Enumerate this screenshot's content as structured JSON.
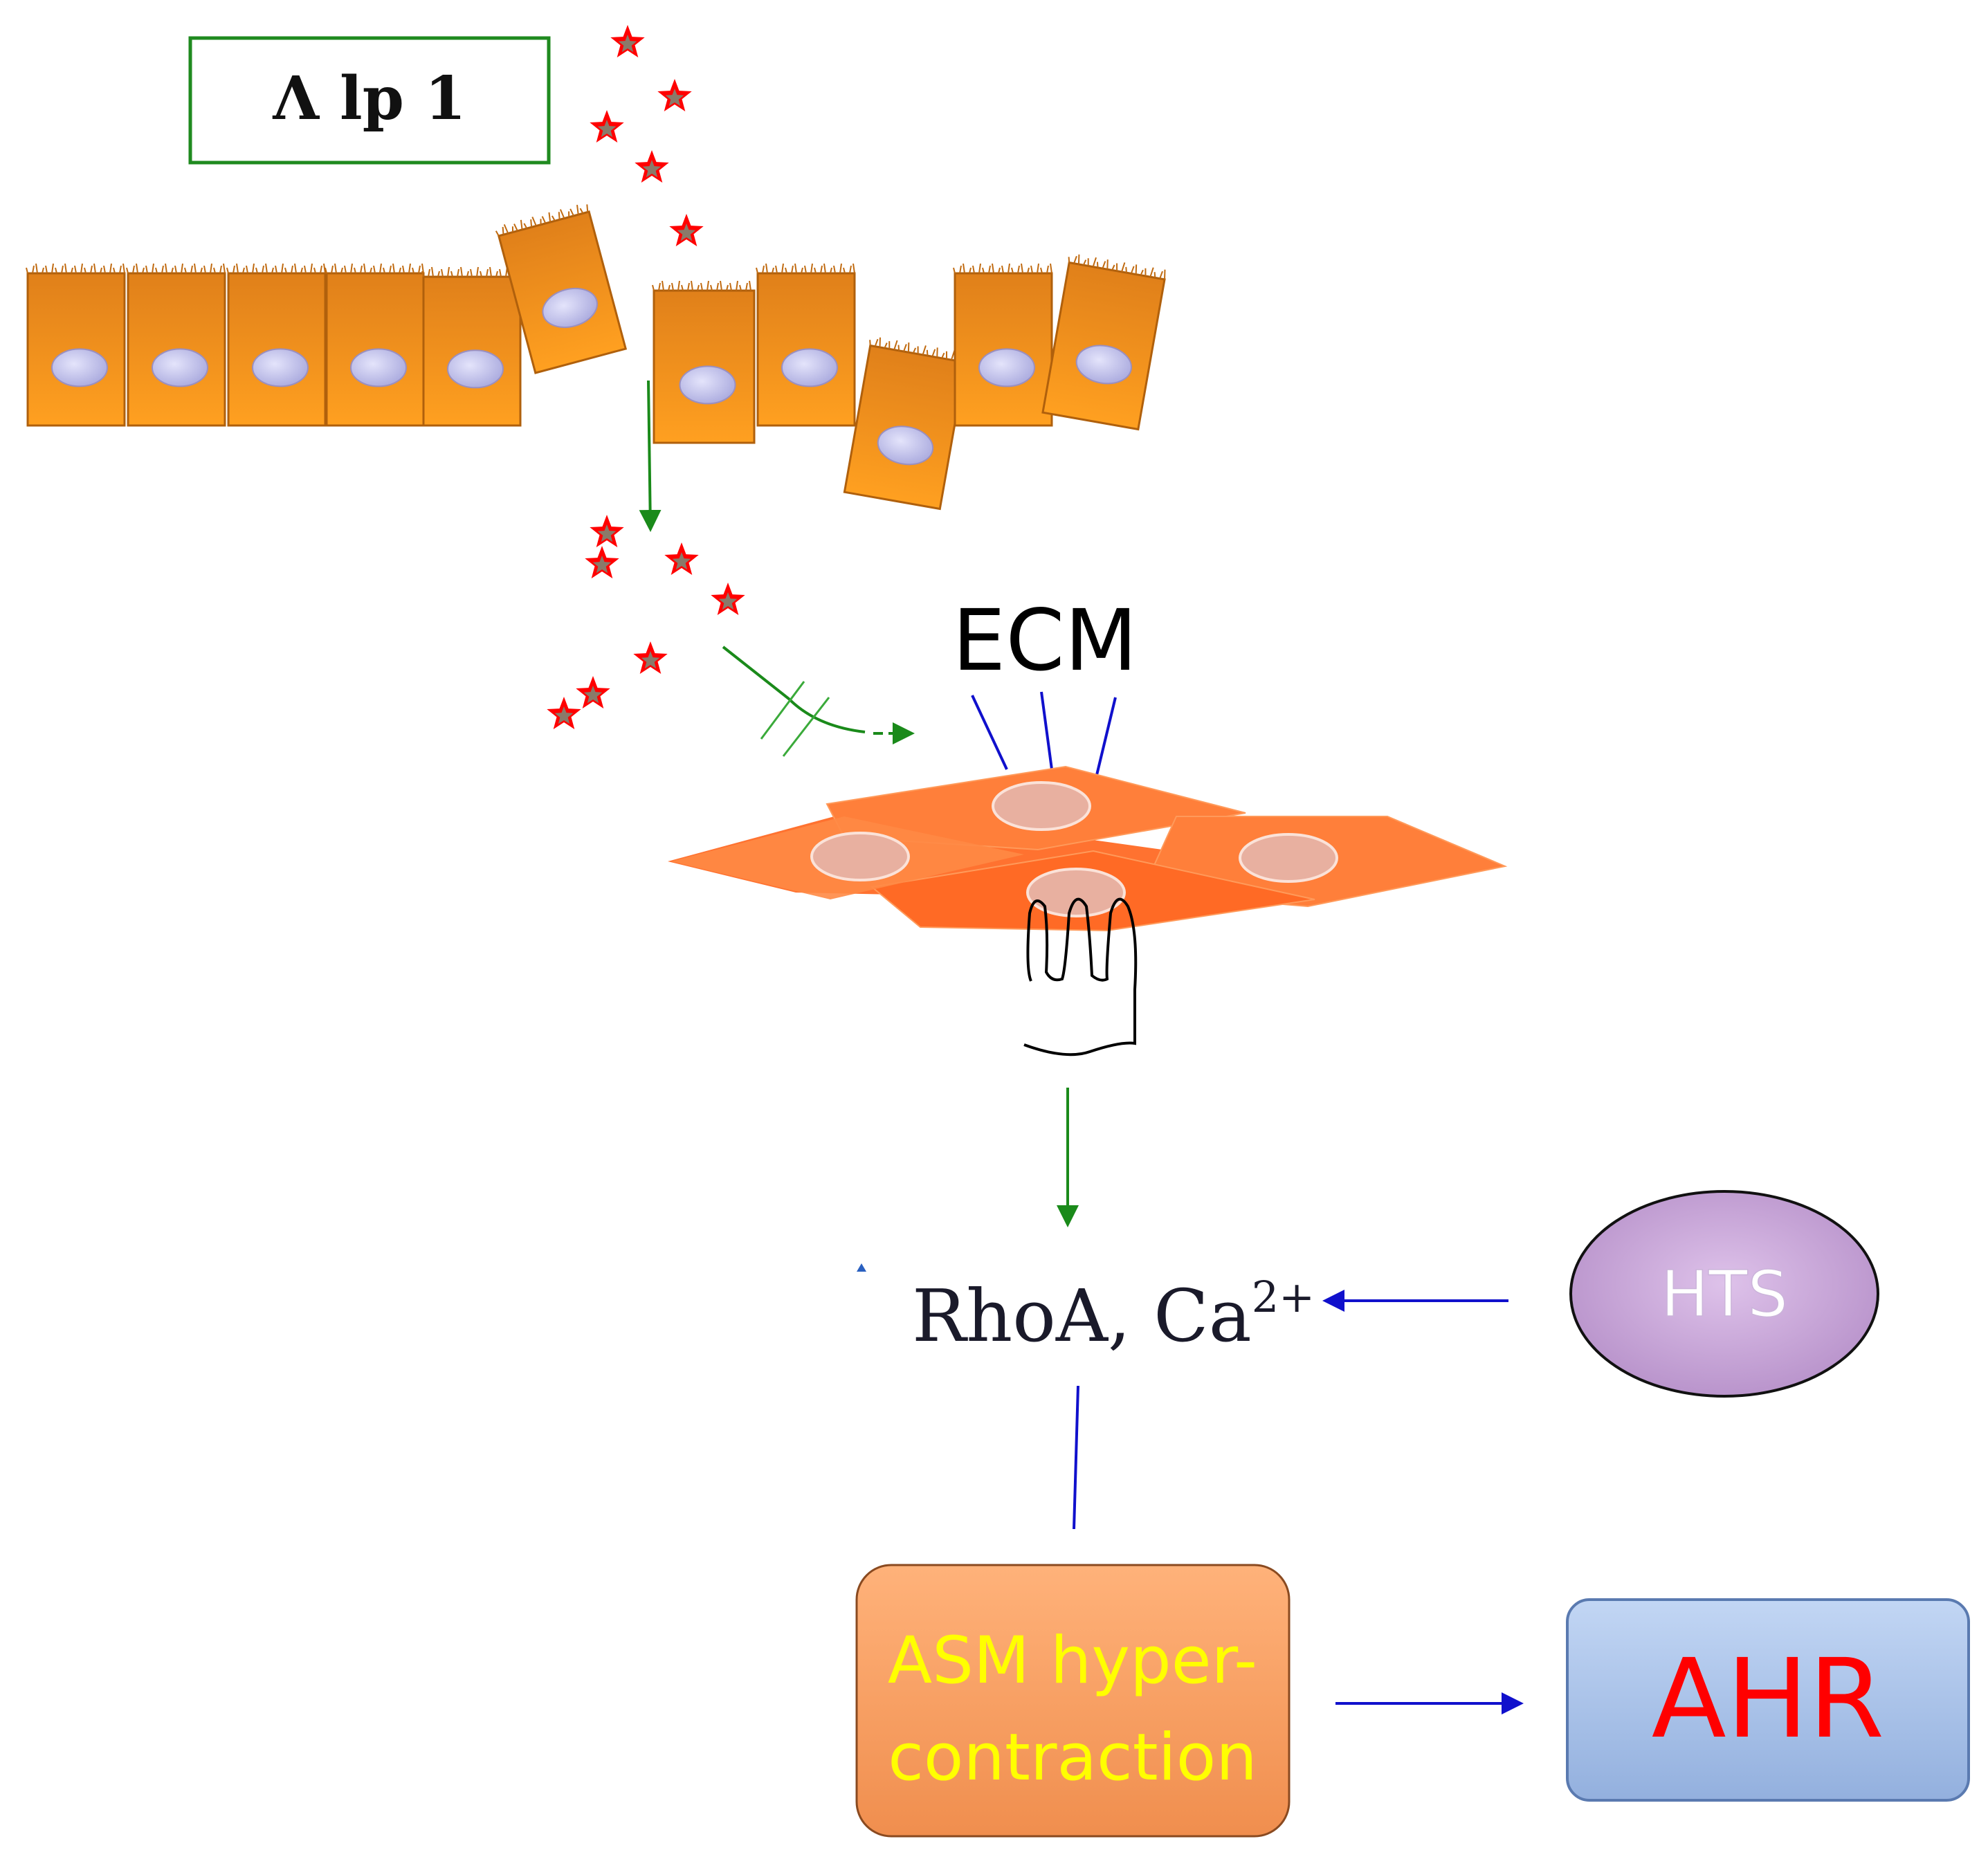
{
  "labels": {
    "top_box": "Λ lp 1",
    "ecm": "ECM",
    "rhoa": "RhoA, Ca",
    "rhoa_sup": "2+",
    "hts": "HTS",
    "asm_line1": "ASM hyper-",
    "asm_line2": "contraction",
    "ahr": "AHR"
  },
  "colors": {
    "epithelium": "#f0951e",
    "nucleus": "#b8b8e8",
    "smooth_muscle": "#ff7f3a",
    "green_arrow": "#1a8a1a",
    "blue_arrow": "#1010cc",
    "star": "#ff0000",
    "hts_fill": "#c9a6d8",
    "asm_fill": "#f7a36a",
    "asm_text": "#ffff00",
    "ahr_fill": "#a9c2e8",
    "ahr_text": "#ff0000"
  }
}
